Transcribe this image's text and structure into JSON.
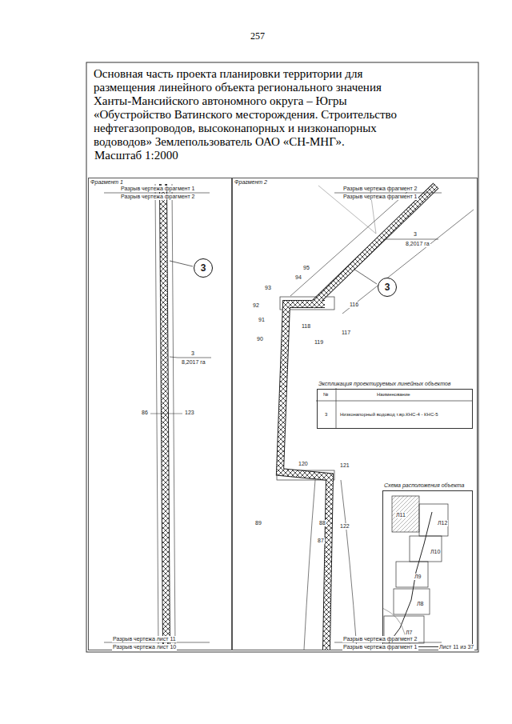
{
  "diagram": {
    "title": "Основная часть проекта планировки территории для размещения линейного объекта регионального значения Ханты-Мансийского автономного округа – Югры «Обустройство Ватинского месторождения. Строительство нефтегазопроводов, высоконапорных и низконапорных водоводов» Землепользователь ОАО «СН-МНГ».",
    "nodes": [
      {
        "text": [
          "Фрагмент 1"
        ]
      },
      {
        "text": [
          "Фрагмент 2"
        ]
      },
      {
        "text": [
          "3"
        ],
        "in": 0
      },
      {
        "text": [
          "3"
        ],
        "in": 1
      },
      {
        "text": [
          "Экспликация проектируемых линейных объектов"
        ],
        "in": 1
      },
      {
        "text": [
          "Схема расположения объекта"
        ],
        "in": 1
      }
    ],
    "labels": [
      "257",
      "Масштаб 1:2000",
      "Разрыв чертежа фрагмент 1",
      "Разрыв чертежа фрагмент 2",
      "3",
      "8,2017 га",
      "86",
      "123",
      "Разрыв чертежа лист 11",
      "Разрыв чертежа лист 10",
      "Разрыв чертежа фрагмент 2",
      "Разрыв чертежа фрагмент 1",
      "3",
      "8,2017 га",
      "95",
      "94",
      "93",
      "92",
      "91",
      "90",
      "116",
      "117",
      "118",
      "119",
      "120",
      "121",
      "122",
      "89",
      "88",
      "87",
      "№",
      "Наименование",
      "3",
      "Низконапорный водовод т.вр.КНС-4 - КНС-5",
      "Л11",
      "Л12",
      "Л10",
      "Л9",
      "Л8",
      "Л7",
      "Разрыв чертежа фрагмент 2",
      "Разрыв чертежа фрагмент 1",
      "Лист 11 из 37"
    ]
  }
}
